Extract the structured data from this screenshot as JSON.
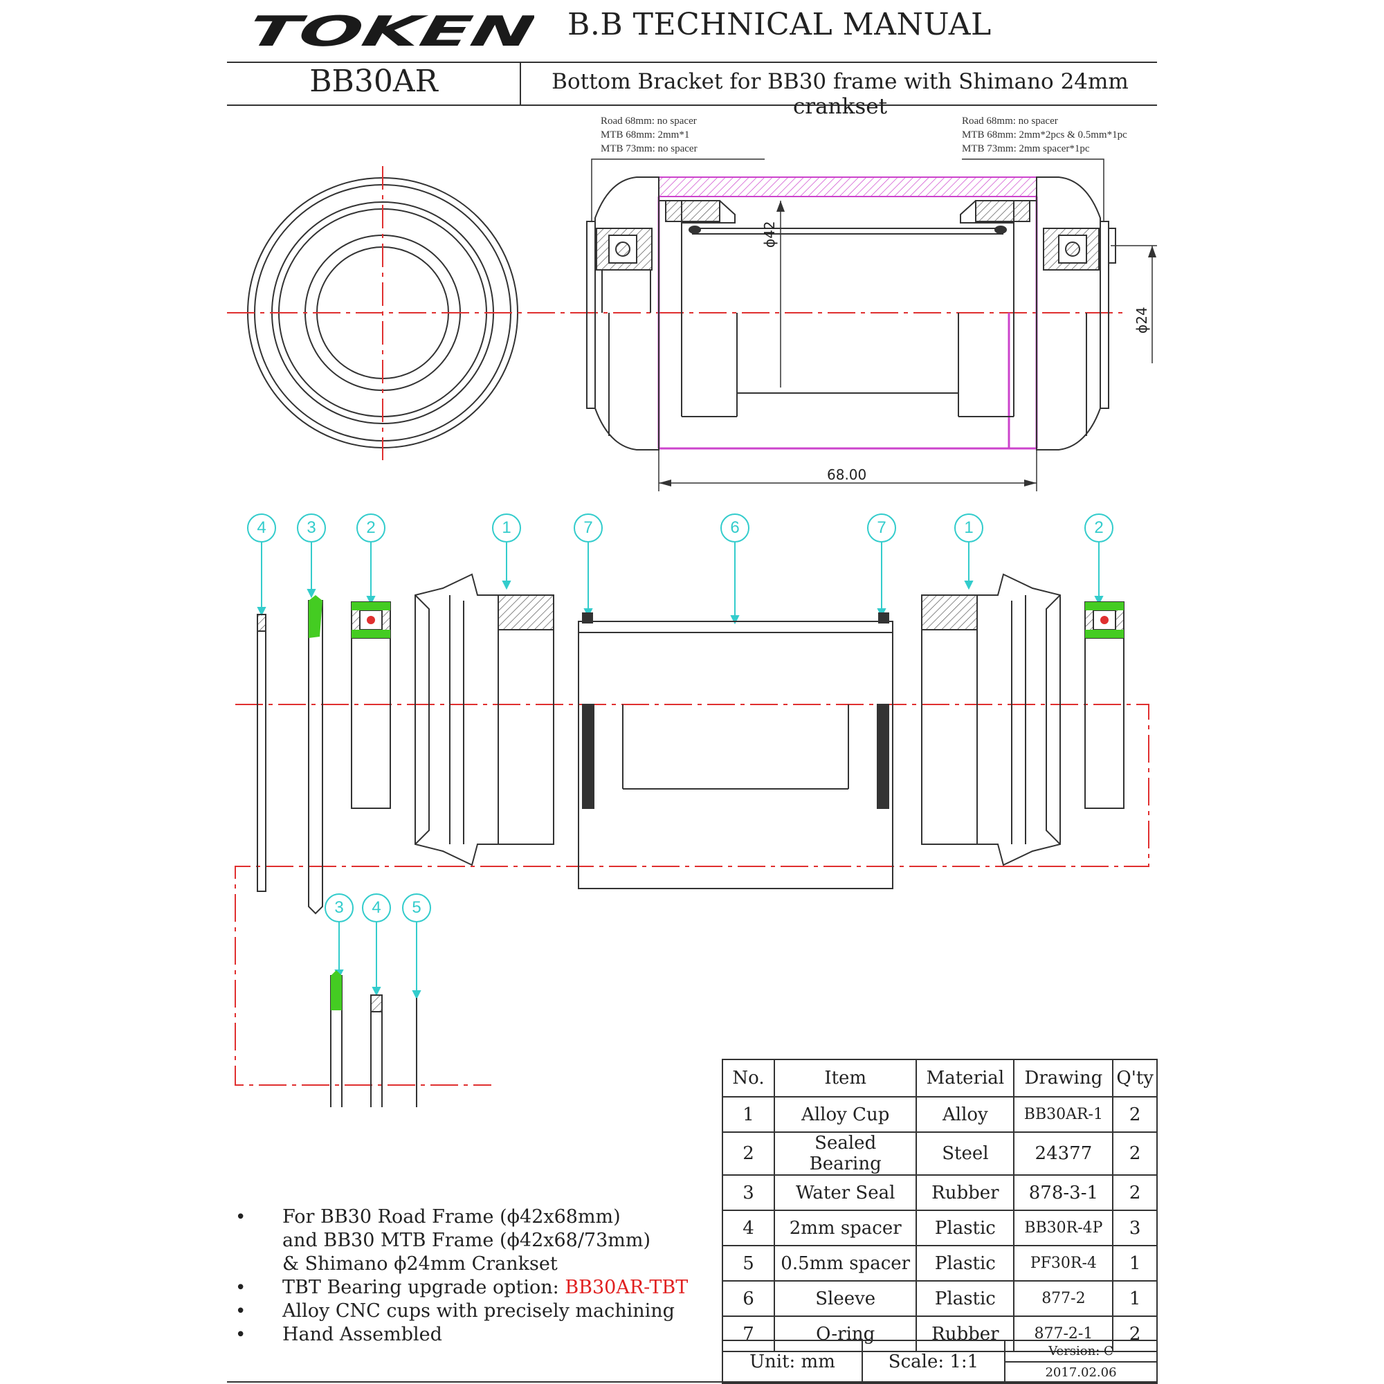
{
  "header": {
    "brand": "TOKEN",
    "manual_title": "B.B TECHNICAL MANUAL",
    "model": "BB30AR",
    "description": "Bottom Bracket for BB30 frame with Shimano 24mm crankset"
  },
  "spacer_notes": {
    "left": [
      "Road 68mm: no spacer",
      "MTB 68mm: 2mm*1",
      "MTB 73mm: no spacer"
    ],
    "right": [
      "Road 68mm: no spacer",
      "MTB 68mm: 2mm*2pcs & 0.5mm*1pc",
      "MTB 73mm: 2mm spacer*1pc"
    ]
  },
  "dimensions": {
    "inner_diameter": "ϕ42",
    "axle_diameter": "ϕ24",
    "width": "68.00"
  },
  "callouts": {
    "row1": [
      "4",
      "3",
      "2",
      "1",
      "7",
      "6",
      "7",
      "1",
      "2"
    ],
    "row2": [
      "3",
      "4",
      "5"
    ]
  },
  "features": {
    "line1": "For BB30 Road Frame (ϕ42x68mm)",
    "line1b": "and BB30 MTB Frame (ϕ42x68/73mm)",
    "line1c": "& Shimano ϕ24mm Crankset",
    "line2_prefix": "TBT Bearing upgrade option: ",
    "line2_highlight": "BB30AR-TBT",
    "line3": "Alloy CNC cups with precisely machining",
    "line4": "Hand Assembled"
  },
  "parts_table": {
    "headers": [
      "No.",
      "Item",
      "Material",
      "Drawing",
      "Q'ty"
    ],
    "rows": [
      [
        "1",
        "Alloy Cup",
        "Alloy",
        "BB30AR-1",
        "2"
      ],
      [
        "2",
        "Sealed Bearing",
        "Steel",
        "24377",
        "2"
      ],
      [
        "3",
        "Water Seal",
        "Rubber",
        "878-3-1",
        "2"
      ],
      [
        "4",
        "2mm spacer",
        "Plastic",
        "BB30R-4P",
        "3"
      ],
      [
        "5",
        "0.5mm spacer",
        "Plastic",
        "PF30R-4",
        "1"
      ],
      [
        "6",
        "Sleeve",
        "Plastic",
        "877-2",
        "1"
      ],
      [
        "7",
        "O-ring",
        "Rubber",
        "877-2-1",
        "2"
      ]
    ]
  },
  "footer": {
    "unit": "Unit: mm",
    "scale": "Scale: 1:1",
    "version": "Version: C",
    "date": "2017.02.06"
  },
  "colors": {
    "centerline": "#e03030",
    "callout": "#33cccc",
    "highlight_pink": "#cc44cc",
    "seal_green": "#44cc22",
    "accent_red": "#e02020"
  }
}
